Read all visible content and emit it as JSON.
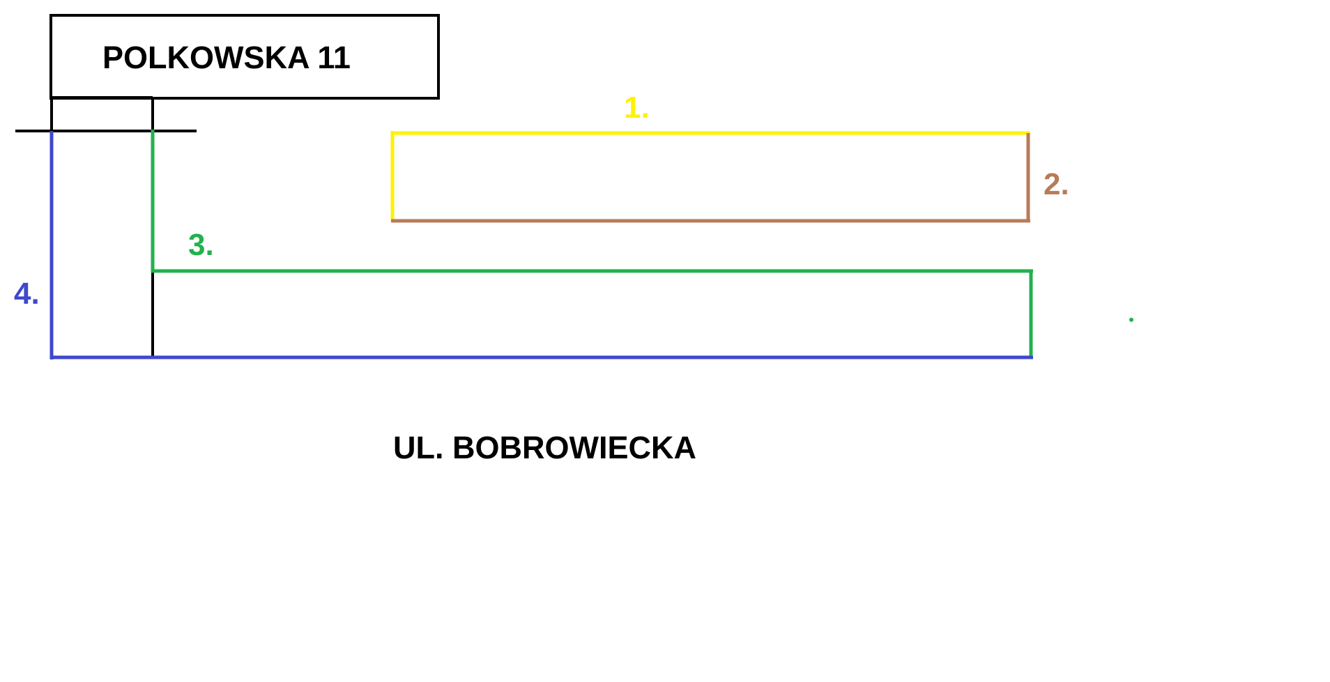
{
  "address_box": {
    "label": "POLKOWSKA 11"
  },
  "street_label": "UL. BOBROWIECKA",
  "segments": [
    {
      "number": "1.",
      "color": "#FFF200"
    },
    {
      "number": "2.",
      "color": "#B97A57"
    },
    {
      "number": "3.",
      "color": "#22B14C"
    },
    {
      "number": "4.",
      "color": "#3F48CC"
    }
  ],
  "line_color": "#000000"
}
